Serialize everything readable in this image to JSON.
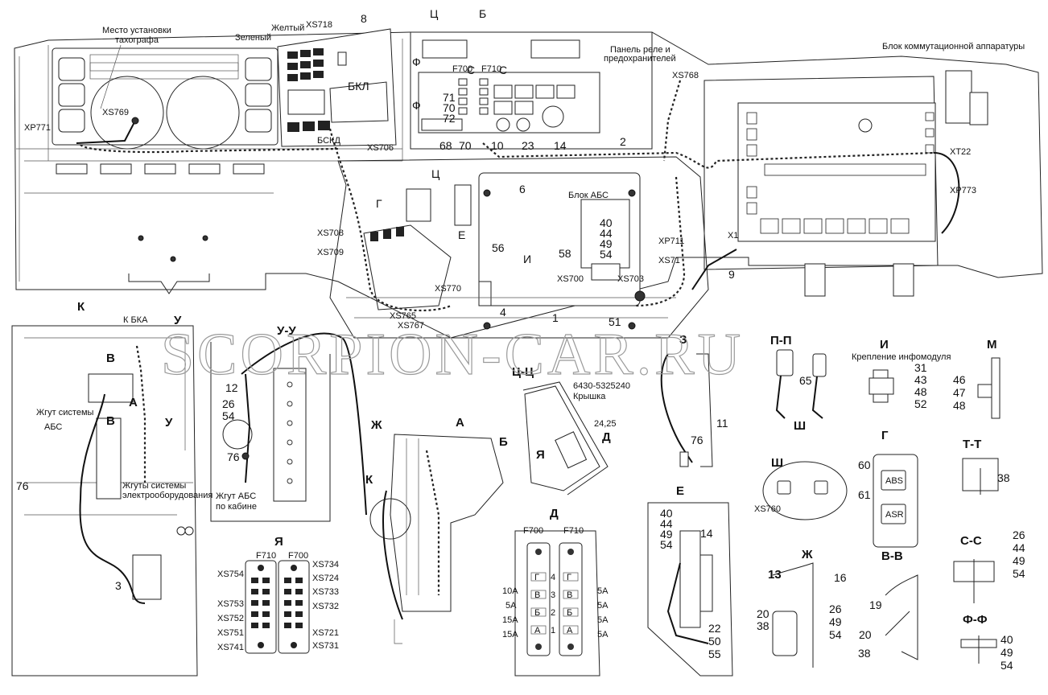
{
  "watermark": "SCORPION-CAR.RU",
  "top": {
    "tachograph": "Место установки тахографа",
    "tachograph_l1": "Место установки",
    "tachograph_l2": "тахографа",
    "green": "Зеленый",
    "yellow": "Желтый",
    "xs718": "XS718",
    "n8": "8",
    "tsts": "Ц",
    "b": "Б",
    "relay_panel_l1": "Панель реле и",
    "relay_panel_l2": "предохранителей",
    "switch_block": "Блок коммутационной аппаратуры",
    "xs768": "XS768",
    "xs769": "XS769",
    "xp771": "XP771",
    "bkl": "БКЛ",
    "bskd": "БСКД",
    "xs706": "XS706",
    "f700": "F700",
    "f710": "F710",
    "c1": "С",
    "c2": "С",
    "phi1": "Ф",
    "phi2": "Ф",
    "n71": "71",
    "n70": "70",
    "n72": "72",
    "n68": "68",
    "n70b": "70",
    "n10": "10",
    "n23": "23",
    "n14": "14",
    "n2": "2",
    "tsts2": "Ц",
    "n6": "6",
    "abs_block": "Блок АБС",
    "abs_nums": [
      "40",
      "44",
      "49",
      "54"
    ],
    "g": "Г",
    "e": "Е",
    "n56": "56",
    "i": "И",
    "n58": "58",
    "xs708": "XS708",
    "xs709": "XS709",
    "xs700": "XS700",
    "xs703": "XS703",
    "xs770": "XS770",
    "xp711": "XP711",
    "xs71": "XS71",
    "x1": "X1",
    "n9": "9",
    "xt22": "XT22",
    "xp773": "XP773",
    "n4": "4",
    "n1": "1",
    "n51": "51",
    "xs765": "XS765",
    "xs767": "XS767"
  },
  "view_k": {
    "title": "К",
    "k_bka": "К БКА",
    "u": "У",
    "v": "В",
    "a": "А",
    "harness_l1": "Жгут системы",
    "harness_l2": "АБС",
    "n76": "76",
    "harnesses_l1": "Жгуты системы",
    "harnesses_l2": "электрооборудования",
    "n3": "3"
  },
  "view_uu": {
    "title": "У-У",
    "n12": "12",
    "n26": "26",
    "n54": "54",
    "n76": "76",
    "harness_l1": "Жгут АБС",
    "harness_l2": "по кабине"
  },
  "view_ya": {
    "title": "Я",
    "f710": "F710",
    "f700": "F700",
    "left": [
      "XS754",
      "XS753",
      "XS752",
      "XS751",
      "XS741"
    ],
    "right": [
      "XS734",
      "XS724",
      "XS733",
      "XS732",
      "XS721",
      "XS731"
    ]
  },
  "view_zh": {
    "title": "Ж",
    "k": "К",
    "a": "А",
    "b": "Б"
  },
  "view_tsts": {
    "title": "Ц-Ц",
    "part": "6430-5325240",
    "lid": "Крышка",
    "n2425": "24,25",
    "d": "Д",
    "ya": "Я"
  },
  "view_d": {
    "title": "Д",
    "f700": "F700",
    "f710": "F710",
    "left_amps": [
      "10А",
      "5А",
      "15А",
      "15А"
    ],
    "left_letters": [
      "Г",
      "В",
      "Б",
      "А"
    ],
    "right_amps": [
      "5А",
      "5А",
      "5А",
      "5А"
    ],
    "right_letters": [
      "Г",
      "В",
      "Б",
      "А"
    ],
    "nums": [
      "4",
      "3",
      "2",
      "1"
    ]
  },
  "view_e": {
    "title": "Е",
    "nums1": [
      "40",
      "44",
      "49",
      "54"
    ],
    "n14": "14",
    "nums2": [
      "22",
      "50",
      "55"
    ]
  },
  "view_m": {
    "title": "М",
    "nums": [
      "46",
      "47",
      "48"
    ]
  },
  "view_z": {
    "title": "З",
    "n11": "11",
    "n76": "76"
  },
  "view_pp": {
    "title": "П-П",
    "n65": "65",
    "sh": "Ш"
  },
  "view_i": {
    "title": "И",
    "caption": "Крепление инфомодуля",
    "nums": [
      "31",
      "43",
      "48",
      "52"
    ]
  },
  "view_sh": {
    "title": "Ш",
    "xs760": "XS760"
  },
  "view_g": {
    "title": "Г",
    "n60": "60",
    "n61": "61",
    "abs": "ABS",
    "asr": "ASR"
  },
  "view_tt": {
    "title": "Т-Т",
    "n38": "38"
  },
  "view_cc": {
    "title": "С-С",
    "nums": [
      "26",
      "44",
      "49",
      "54"
    ]
  },
  "view_zh2": {
    "title": "Ж",
    "n13": "13",
    "n16": "16",
    "n20": "20",
    "n38": "38",
    "nums": [
      "26",
      "49",
      "54"
    ]
  },
  "view_vv": {
    "title": "В-В",
    "n19": "19",
    "n20": "20",
    "n38": "38"
  },
  "view_ff": {
    "title": "Ф-Ф",
    "nums": [
      "40",
      "49",
      "54"
    ]
  }
}
